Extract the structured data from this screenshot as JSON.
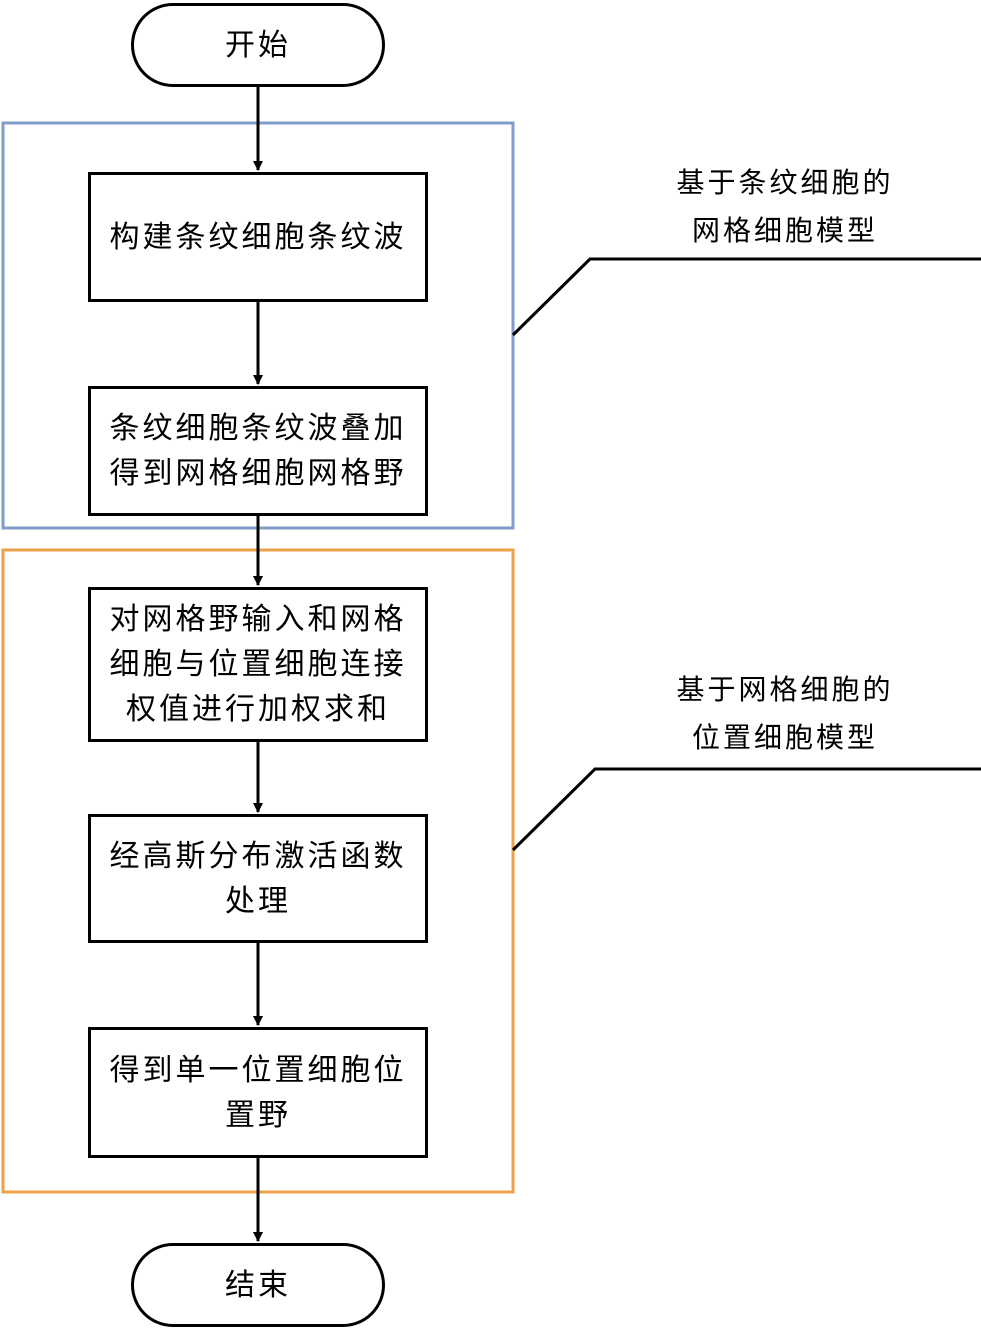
{
  "colors": {
    "group_blue": "#7f9ccb",
    "group_orange": "#eca347",
    "line": "#000000"
  },
  "nodes": {
    "start": "开始",
    "step1": "构建条纹细胞条纹波",
    "step2": [
      "条纹细胞条纹波叠加",
      "得到网格细胞网格野"
    ],
    "step3": [
      "对网格野输入和网格",
      "细胞与位置细胞连接",
      "权值进行加权求和"
    ],
    "step4": [
      "经高斯分布激活函数",
      "处理"
    ],
    "step5": [
      "得到单一位置细胞位",
      "置野"
    ],
    "end": "结束"
  },
  "groups": {
    "grid_cell_model": [
      "基于条纹细胞的",
      "网格细胞模型"
    ],
    "place_cell_model": [
      "基于网格细胞的",
      "位置细胞模型"
    ]
  }
}
